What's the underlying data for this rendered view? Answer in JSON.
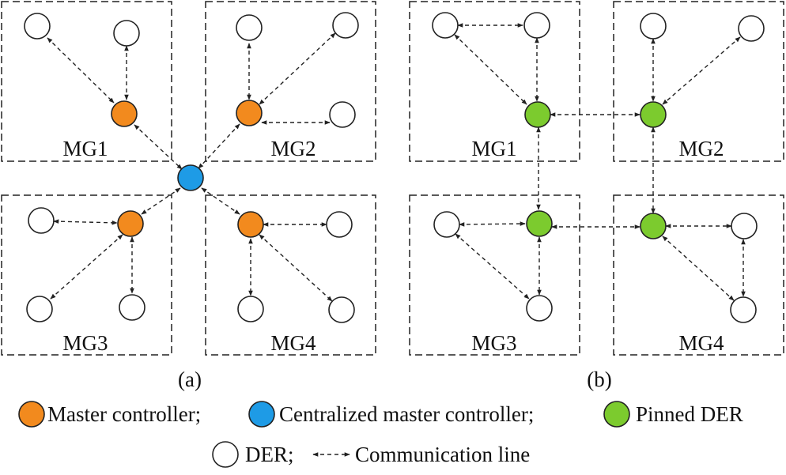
{
  "colors": {
    "master": "#F28A1E",
    "centralized": "#1E9BE6",
    "pinned": "#7CCB2E",
    "der": "#FFFFFF"
  },
  "panel_a": {
    "caption": "(a)",
    "mg_labels": [
      "MG1",
      "MG2",
      "MG3",
      "MG4"
    ]
  },
  "panel_b": {
    "caption": "(b)",
    "mg_labels": [
      "MG1",
      "MG2",
      "MG3",
      "MG4"
    ]
  },
  "legend": {
    "master": "Master controller;",
    "centralized": "Centralized master controller;",
    "pinned": "Pinned DER",
    "der": "DER;",
    "comm": "Communication line"
  }
}
